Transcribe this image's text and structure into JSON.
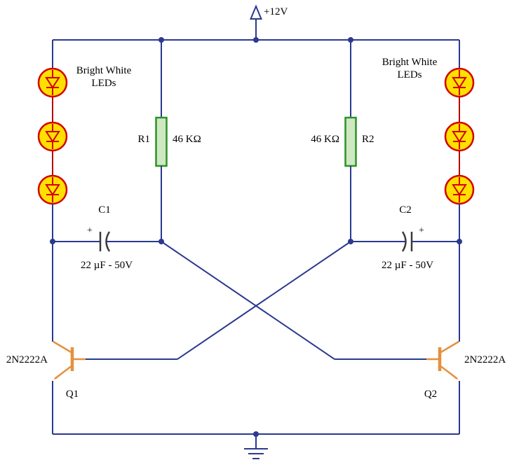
{
  "diagram": {
    "kind": "circuit-schematic"
  },
  "supply": {
    "label": "+12V"
  },
  "led_banks": {
    "left": {
      "line1": "Bright White",
      "line2": "LEDs",
      "count": 3
    },
    "right": {
      "line1": "Bright White",
      "line2": "LEDs",
      "count": 3
    }
  },
  "components": {
    "r1": {
      "name": "R1",
      "value": "46 KΩ"
    },
    "r2": {
      "name": "R2",
      "value": "46 KΩ"
    },
    "c1": {
      "name": "C1",
      "value": "22 µF - 50V",
      "polarity": "+"
    },
    "c2": {
      "name": "C2",
      "value": "22 µF - 50V",
      "polarity": "+"
    },
    "q1": {
      "name": "Q1",
      "part": "2N2222A"
    },
    "q2": {
      "name": "Q2",
      "part": "2N2222A"
    }
  },
  "colors": {
    "wire": "#2b3990",
    "led_fill": "#ffe000",
    "led_stroke": "#d40000",
    "resistor_fill": "#cfe8c2",
    "resistor_stroke": "#2a9427",
    "transistor": "#e6903c",
    "capacitor_plate": "#3a3a3a",
    "text": "#000000",
    "background": "#ffffff"
  }
}
